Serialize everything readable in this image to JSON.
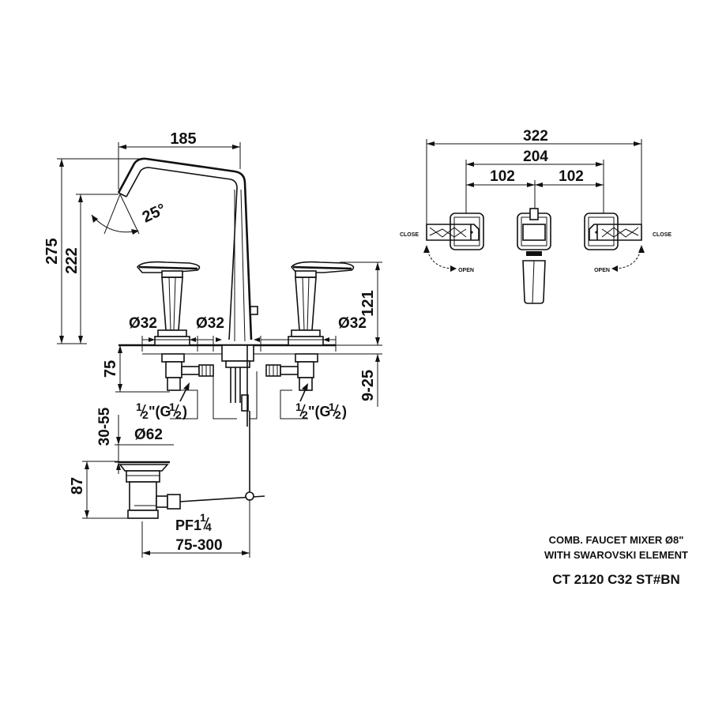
{
  "drawing": {
    "dims": {
      "spout_reach": "185",
      "total_height": "275",
      "spout_height": "222",
      "spout_angle": "25°",
      "dia_left": "Ø32",
      "dia_mid": "Ø32",
      "dia_right": "Ø32",
      "handle_height": "121",
      "under_deck": "75",
      "deck_thickness": "9-25",
      "conn_left_whole": "1",
      "conn_left_frac": "2",
      "conn_left_g": "\"(G",
      "conn_left_g_whole": "1",
      "conn_left_g_frac": "2",
      "conn_left_close": ")",
      "conn_right_whole": "1",
      "conn_right_frac": "2",
      "conn_right_g": "\"(G",
      "conn_right_g_whole": "1",
      "conn_right_g_frac": "2",
      "conn_right_close": ")",
      "drain_range": "30-55",
      "drain_dia": "Ø62",
      "drain_height": "87",
      "drain_thread": "PF1",
      "drain_thread_whole": "1",
      "drain_thread_frac": "4",
      "pull_rod_range": "75-300"
    },
    "top_view": {
      "overall": "322",
      "centers": "204",
      "half_left": "102",
      "half_right": "102",
      "close_left": "CLOSE",
      "close_right": "CLOSE",
      "open_left": "OPEN",
      "open_right": "OPEN"
    },
    "title_block": {
      "line1": "COMB. FAUCET MIXER Ø8\"",
      "line2": "WITH SWAROVSKI ELEMENT",
      "model": "CT 2120 C32 ST#BN"
    }
  }
}
